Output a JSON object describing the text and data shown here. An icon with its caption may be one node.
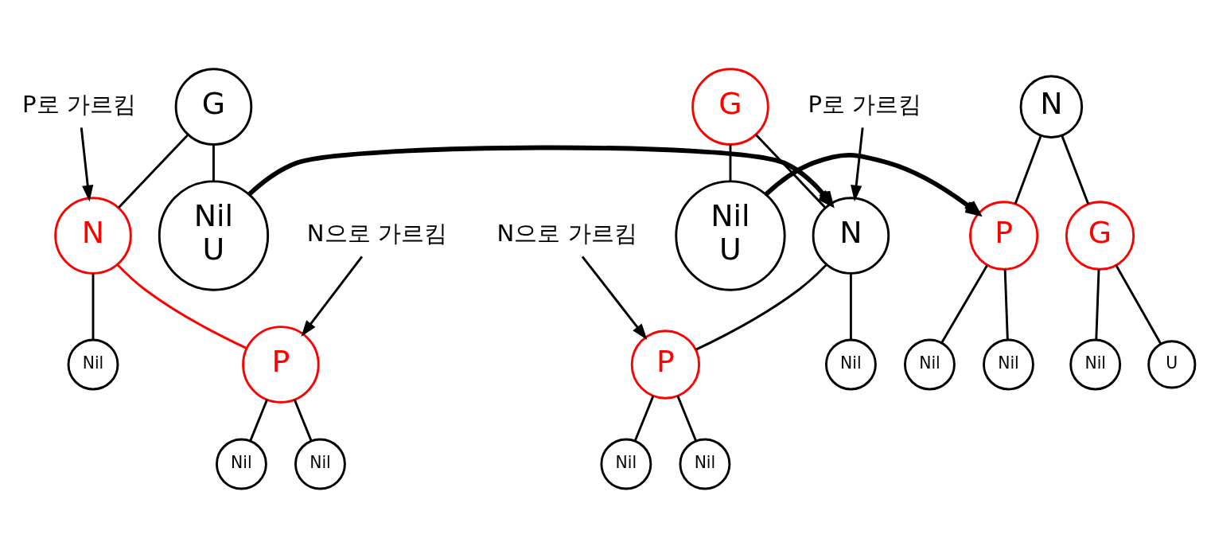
{
  "diagram": {
    "nodes": [
      {
        "text": [
          "G"
        ]
      },
      {
        "text": [
          "N"
        ]
      },
      {
        "text": [
          "Nil",
          "U"
        ]
      },
      {
        "text": [
          "P"
        ]
      },
      {
        "text": [
          "Nil"
        ]
      },
      {
        "text": [
          "Nil"
        ]
      },
      {
        "text": [
          "Nil"
        ]
      },
      {
        "text": [
          "N으로 가르킴"
        ]
      },
      {
        "text": [
          "P로 가르킴"
        ]
      },
      {
        "text": [
          "G"
        ]
      },
      {
        "text": [
          "N"
        ]
      },
      {
        "text": [
          "Nil",
          "U"
        ]
      },
      {
        "text": [
          "P"
        ]
      },
      {
        "text": [
          "Nil"
        ]
      },
      {
        "text": [
          "Nil"
        ]
      },
      {
        "text": [
          "Nil"
        ]
      },
      {
        "text": [
          "P로 가르킴"
        ]
      },
      {
        "text": [
          "N으로 가르킴"
        ]
      },
      {
        "text": [
          "N"
        ]
      },
      {
        "text": [
          "P"
        ]
      },
      {
        "text": [
          "G"
        ]
      },
      {
        "text": [
          "Nil"
        ]
      },
      {
        "text": [
          "Nil"
        ]
      },
      {
        "text": [
          "Nil"
        ]
      },
      {
        "text": [
          "U"
        ]
      }
    ],
    "edges": [
      {
        "from": 0,
        "to": 1,
        "arrow": "none"
      },
      {
        "from": 0,
        "to": 2,
        "arrow": "none"
      },
      {
        "from": 1,
        "to": 3,
        "arrow": "none",
        "color": "#ff0000"
      },
      {
        "from": 1,
        "to": 4,
        "arrow": "none"
      },
      {
        "from": 3,
        "to": 5,
        "arrow": "none"
      },
      {
        "from": 3,
        "to": 6,
        "arrow": "none"
      },
      {
        "from": 7,
        "to": 3,
        "arrow": "to"
      },
      {
        "from": 8,
        "to": 1,
        "arrow": "to"
      },
      {
        "from": 2,
        "to": 10,
        "arrow": "to",
        "style": "thick"
      },
      {
        "from": 9,
        "to": 10,
        "arrow": "none"
      },
      {
        "from": 9,
        "to": 11,
        "arrow": "none"
      },
      {
        "from": 10,
        "to": 12,
        "arrow": "none"
      },
      {
        "from": 10,
        "to": 13,
        "arrow": "none"
      },
      {
        "from": 12,
        "to": 14,
        "arrow": "none"
      },
      {
        "from": 12,
        "to": 15,
        "arrow": "none"
      },
      {
        "from": 16,
        "to": 10,
        "arrow": "to"
      },
      {
        "from": 17,
        "to": 12,
        "arrow": "to"
      },
      {
        "from": 11,
        "to": 19,
        "arrow": "to",
        "style": "thick"
      },
      {
        "from": 18,
        "to": 19,
        "arrow": "none"
      },
      {
        "from": 18,
        "to": 20,
        "arrow": "none"
      },
      {
        "from": 19,
        "to": 21,
        "arrow": "none"
      },
      {
        "from": 19,
        "to": 22,
        "arrow": "none"
      },
      {
        "from": 20,
        "to": 23,
        "arrow": "none"
      },
      {
        "from": 20,
        "to": 24,
        "arrow": "none"
      }
    ]
  }
}
